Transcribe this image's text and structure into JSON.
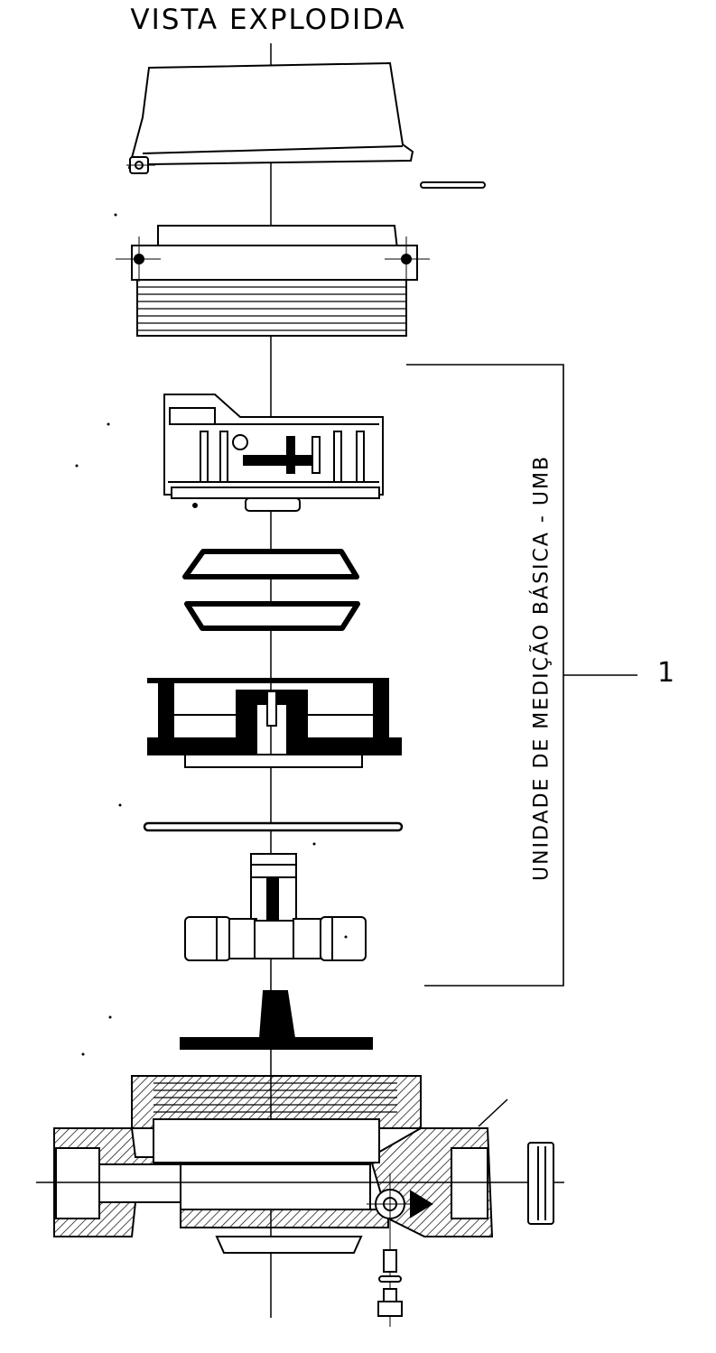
{
  "title": "VISTA EXPLODIDA",
  "group_label": "UNIDADE DE MEDIÇÃO BÁSICA - UMB",
  "callout_number": "1",
  "colors": {
    "ink": "#000000",
    "paper": "#ffffff"
  }
}
